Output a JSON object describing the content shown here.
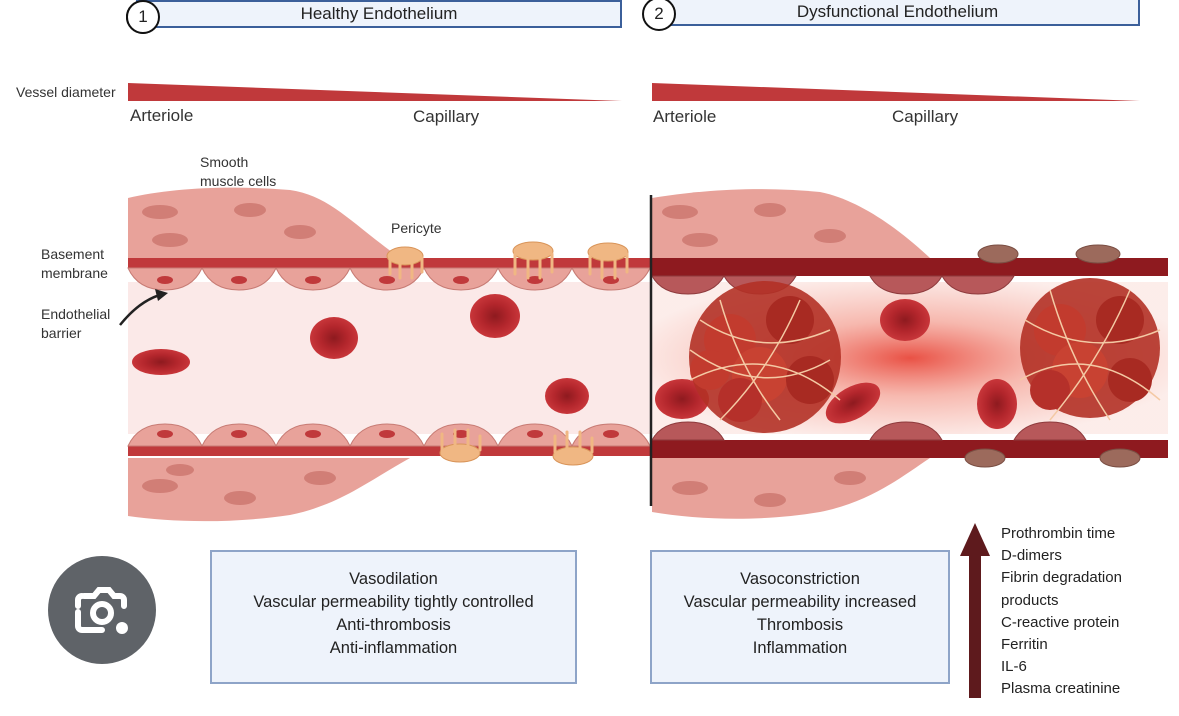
{
  "panels": [
    {
      "number": "1",
      "title": "Healthy Endothelium"
    },
    {
      "number": "2",
      "title": "Dysfunctional Endothelium"
    }
  ],
  "labels": {
    "vessel_diameter": "Vessel diameter",
    "arteriole": "Arteriole",
    "capillary": "Capillary",
    "smooth_muscle_line1": "Smooth",
    "smooth_muscle_line2": "muscle cells",
    "pericyte": "Pericyte",
    "basement_line1": "Basement",
    "basement_line2": "membrane",
    "endothelial_line1": "Endothelial",
    "endothelial_line2": "barrier"
  },
  "healthy_summary": [
    "Vasodilation",
    "Vascular permeability tightly controlled",
    "Anti-thrombosis",
    "Anti-inflammation"
  ],
  "dysfunctional_summary": [
    "Vasoconstriction",
    "Vascular permeability increased",
    "Thrombosis",
    "Inflammation"
  ],
  "markers": [
    "Prothrombin time",
    "D-dimers",
    "Fibrin degradation",
    "products",
    "C-reactive protein",
    "Ferritin",
    "IL-6",
    "Plasma creatinine"
  ],
  "icons": {
    "lens": "google-lens-icon",
    "arrow": "up-arrow-icon"
  },
  "colors": {
    "header_fill": "#eef3fb",
    "header_border": "#3b5f9a",
    "vessel_wall": "#c0393b",
    "lumen_healthy": "#fbe9e8",
    "smooth_muscle": "#e8a29a",
    "pericyte": "#f0b783",
    "arrow": "#5e1a1d"
  }
}
